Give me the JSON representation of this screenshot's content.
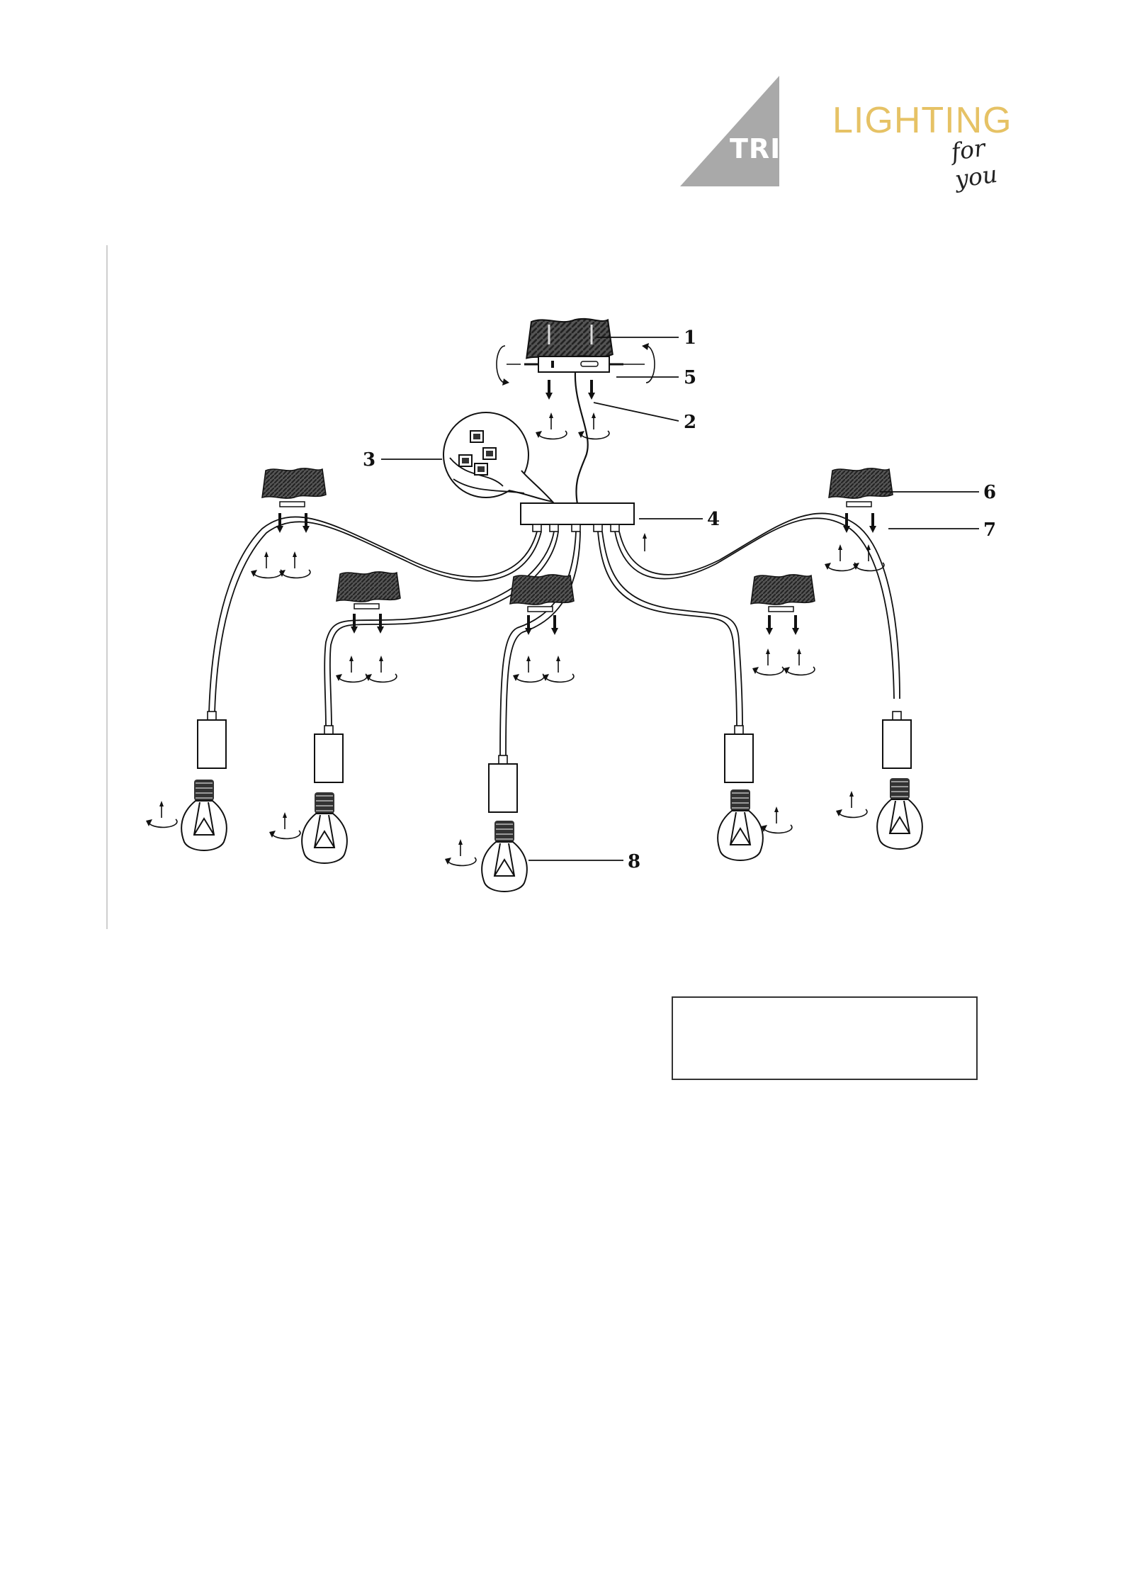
{
  "logo": {
    "brand": "TRIO",
    "tagline_main": "LIGHTING",
    "tagline_sub": "for you",
    "colors": {
      "triangle": "#a9a9a9",
      "tagline": "#e6c265",
      "brand_text": "#ffffff"
    }
  },
  "diagram": {
    "callouts": [
      "1",
      "2",
      "3",
      "4",
      "5",
      "6",
      "7",
      "8"
    ]
  },
  "note_box": {
    "text": ""
  }
}
